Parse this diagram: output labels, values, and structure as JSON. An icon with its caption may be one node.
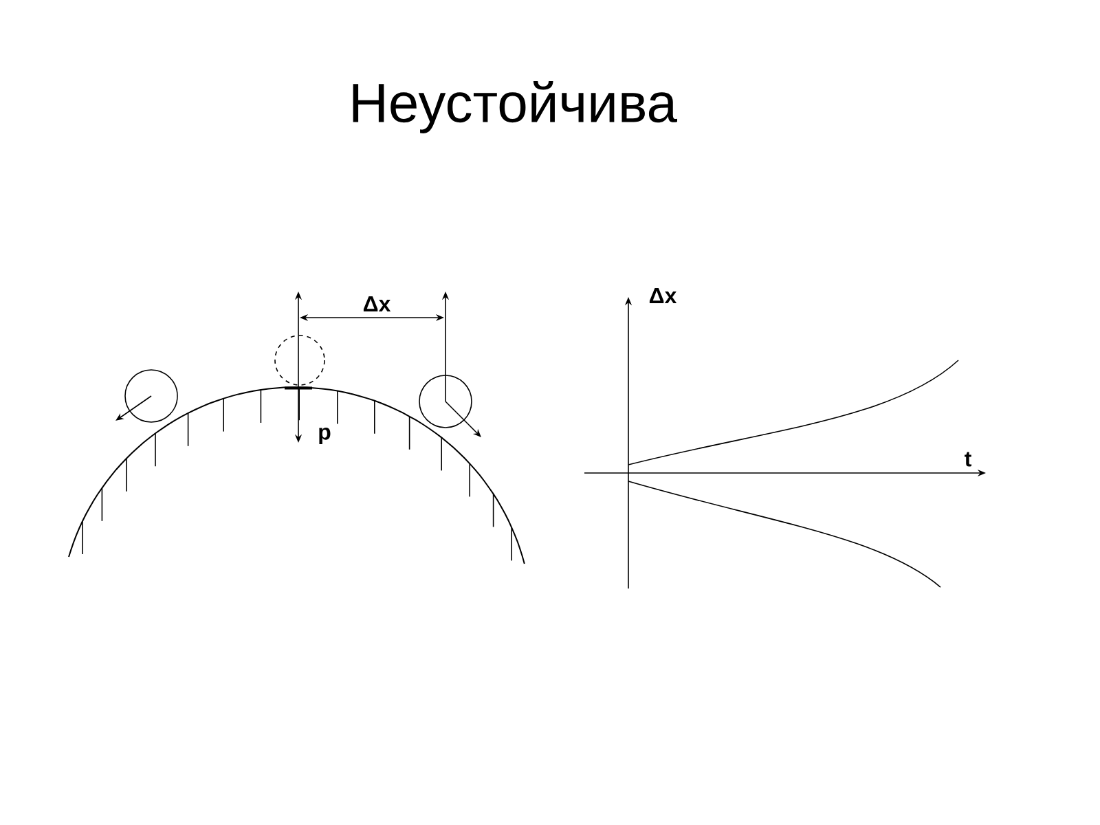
{
  "diagram": {
    "title": "Неустойчива",
    "labels": [
      "Δx",
      "p",
      "Δx",
      "t"
    ]
  }
}
